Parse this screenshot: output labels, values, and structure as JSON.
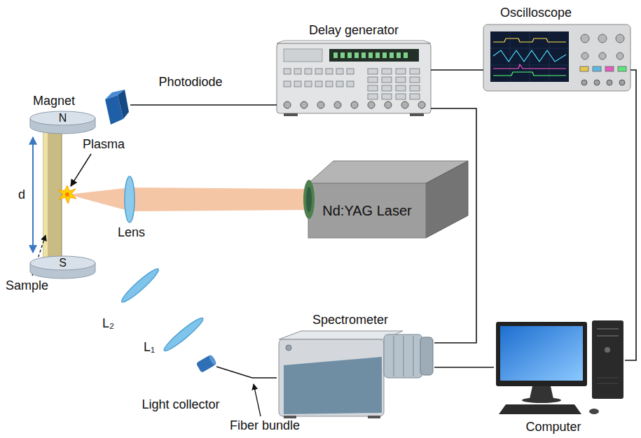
{
  "diagram": {
    "nodes": [
      {
        "text": [
          "Delay generator"
        ]
      },
      {
        "text": [
          "Oscilloscope"
        ]
      },
      {
        "text": [
          "Photodiode"
        ]
      },
      {
        "text": [
          "Nd:YAG Laser"
        ]
      },
      {
        "text": [
          "Spectrometer"
        ]
      },
      {
        "text": [
          "Light collector"
        ]
      },
      {
        "text": [
          "Computer"
        ]
      },
      {
        "text": [
          "N"
        ]
      },
      {
        "text": [
          "S"
        ]
      }
    ],
    "edges": [
      {
        "from": 2,
        "to": 0,
        "arrow": "none"
      },
      {
        "from": 0,
        "to": 1,
        "arrow": "none"
      },
      {
        "from": 0,
        "to": 4,
        "arrow": "none"
      },
      {
        "from": 1,
        "to": 6,
        "arrow": "none"
      },
      {
        "from": 4,
        "to": 6,
        "arrow": "none"
      },
      {
        "from": 5,
        "to": 4,
        "arrow": "none"
      }
    ],
    "labels": [
      "Magnet",
      "Plasma",
      "d",
      "Lens",
      "Sample",
      "L₂",
      "L₁",
      "Fiber bundle"
    ]
  }
}
